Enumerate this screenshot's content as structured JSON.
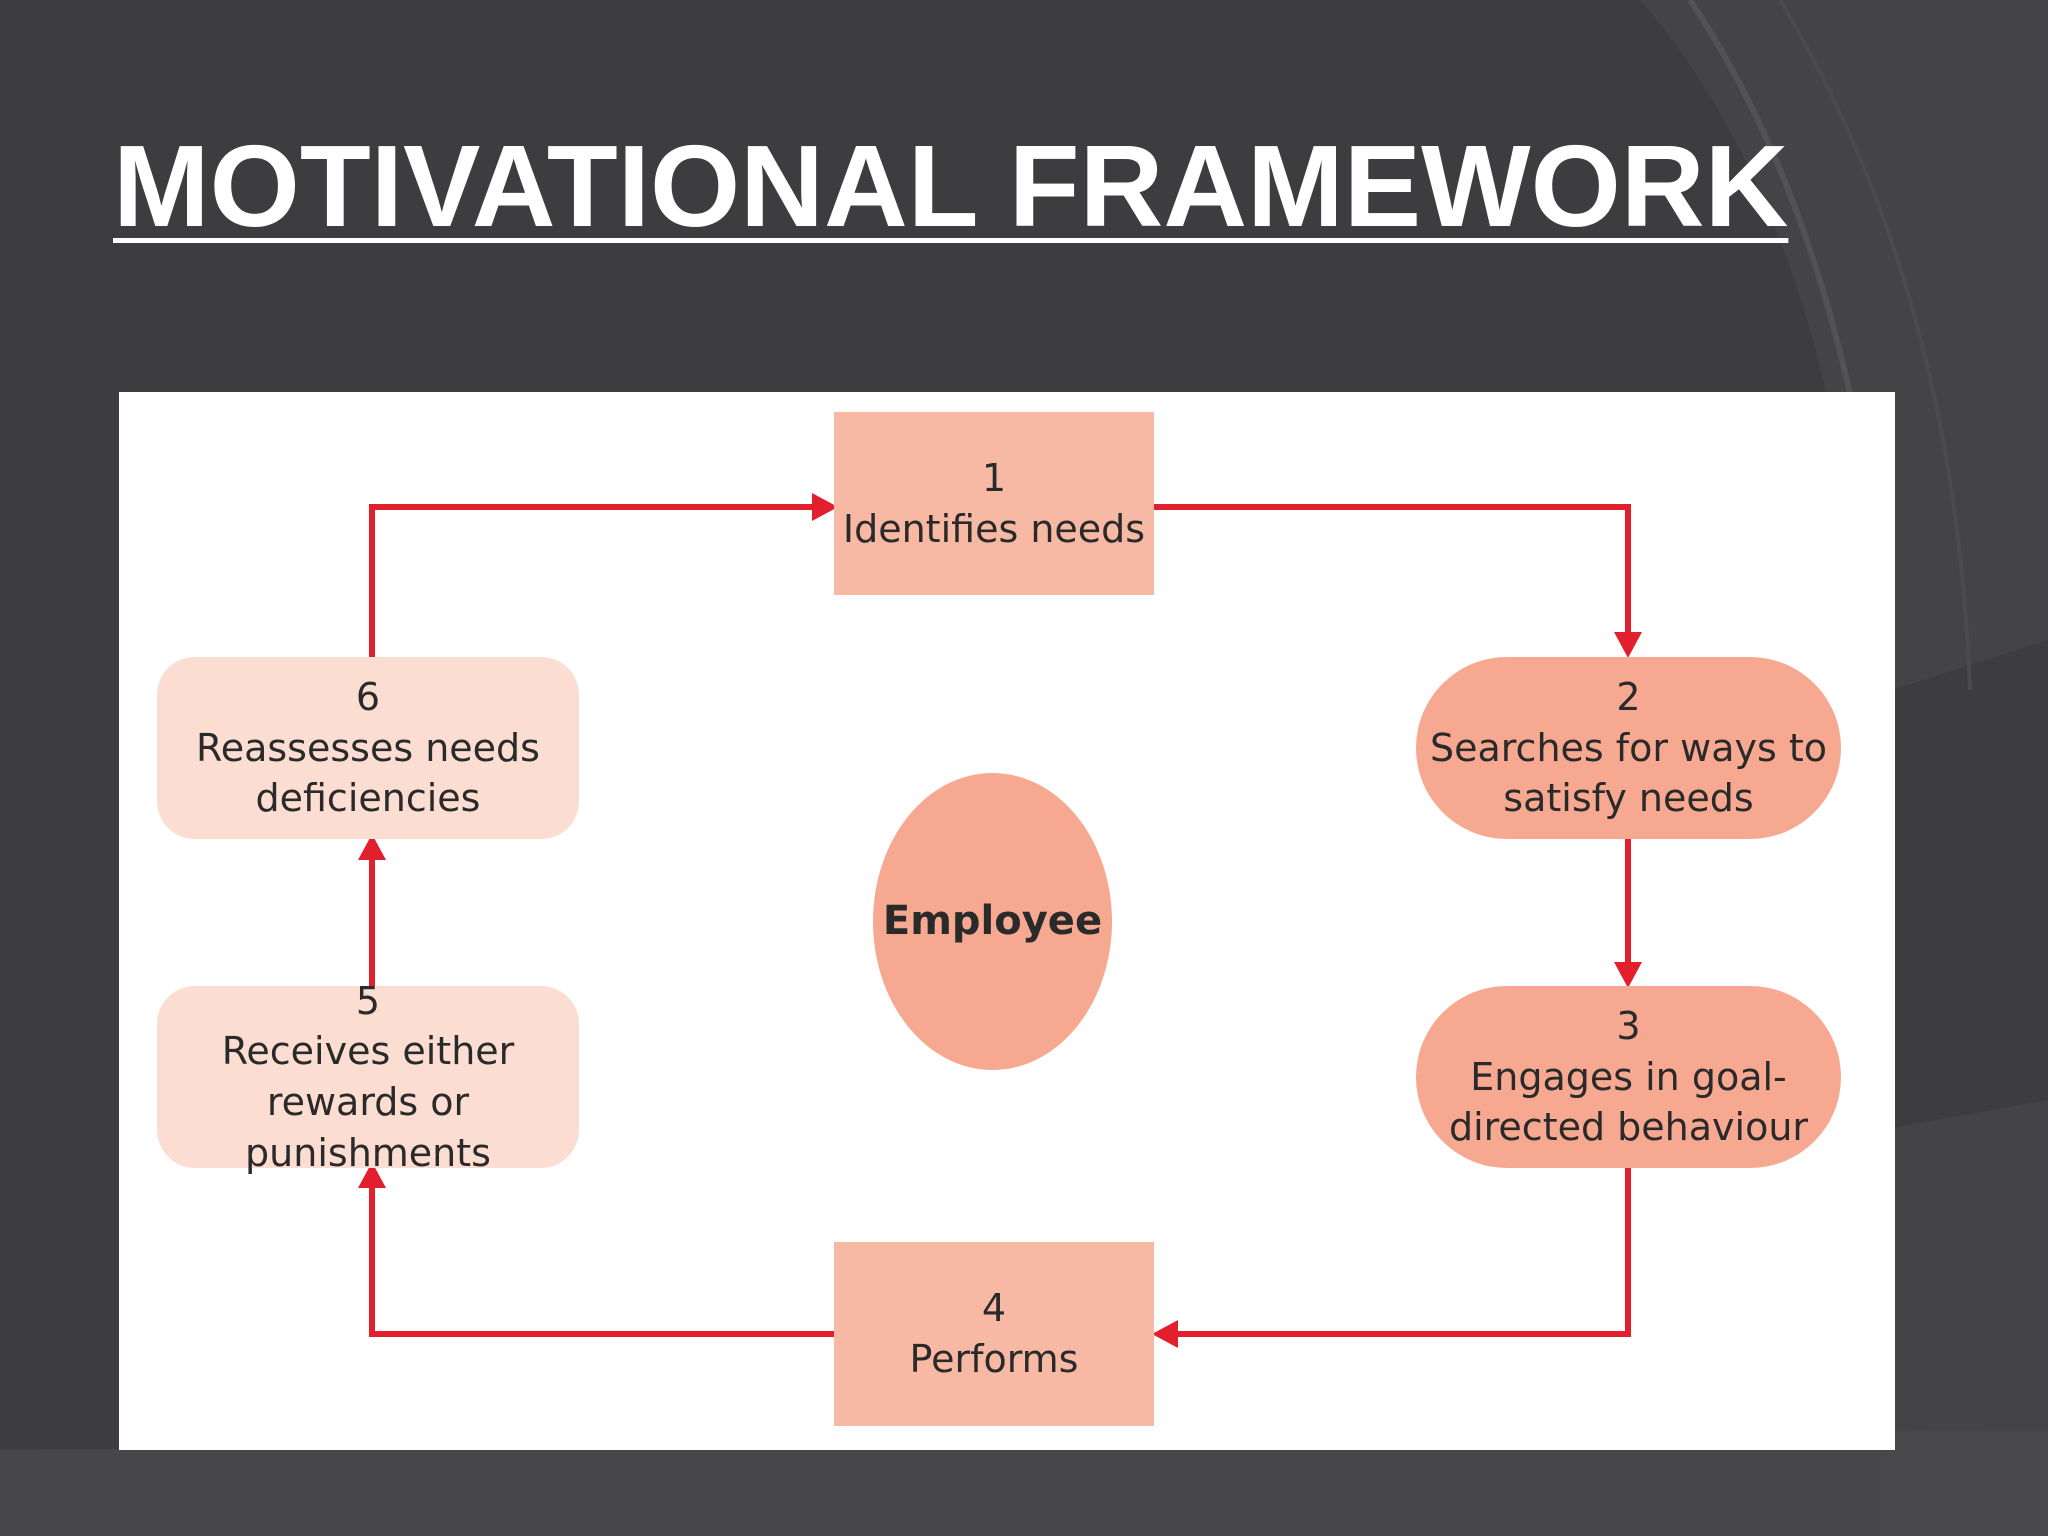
{
  "slide": {
    "title": "MOTIVATIONAL FRAMEWORK"
  },
  "diagram": {
    "center": "Employee",
    "steps": [
      {
        "number": "1",
        "label": "Identifies needs"
      },
      {
        "number": "2",
        "label": "Searches for ways to satisfy needs"
      },
      {
        "number": "3",
        "label": "Engages in goal-directed behaviour"
      },
      {
        "number": "4",
        "label": "Performs"
      },
      {
        "number": "5",
        "label": "Receives either rewards or punishments"
      },
      {
        "number": "6",
        "label": "Reassesses needs deficiencies"
      }
    ]
  },
  "colors": {
    "background": "#3d3d3f",
    "panel": "#ffffff",
    "arrow": "#e21f2d",
    "rect_fill": "#f8b9a4",
    "pill_fill": "#f6a890",
    "soft_fill": "#fbddd2"
  }
}
